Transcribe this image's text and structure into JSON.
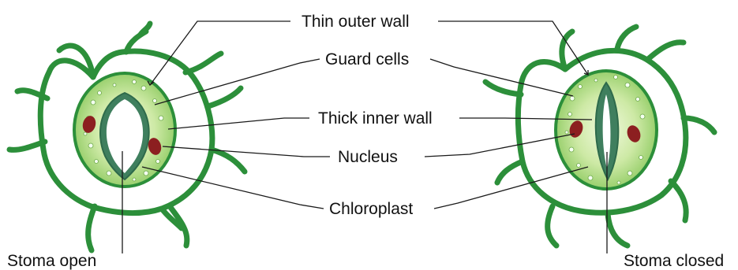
{
  "labels": {
    "thin_outer_wall": "Thin outer wall",
    "guard_cells": "Guard cells",
    "thick_inner_wall": "Thick inner wall",
    "nucleus": "Nucleus",
    "chloroplast": "Chloroplast",
    "stoma_open": "Stoma open",
    "stoma_closed": "Stoma closed"
  },
  "colors": {
    "cell_wall": "#2c8f3a",
    "guard_cell_fill": "#a9d67a",
    "guard_cell_light": "#e6f4c8",
    "chloroplast": "#e9fbe0",
    "nucleus": "#8c1f20",
    "pore_outline": "#3a7a55",
    "leader_line": "#1a1a1a"
  }
}
